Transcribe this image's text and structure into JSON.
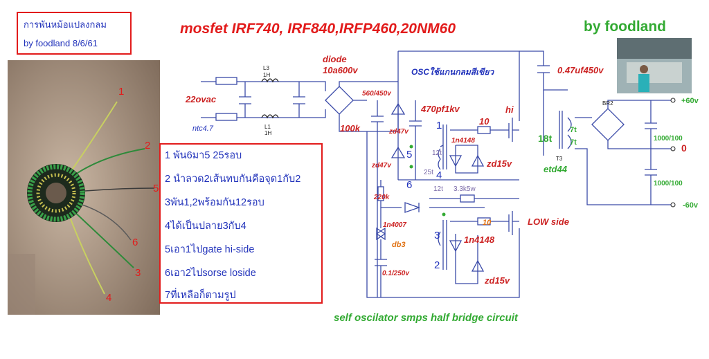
{
  "header": {
    "thai_title": "การพันหม้อแปลงกลม",
    "byline": "by foodland 8/6/61"
  },
  "steps": [
    "1 พัน6มา5 25รอบ",
    "2 นำลวด2เส้นทบกันคือจุด1กับ2",
    "3พัน1,2พร้อมกัน12รอบ",
    "4ได้เป็นปลาย3กับ4",
    "5เอา1ไปgate hi-side",
    "6เอา2ไปsorse loside",
    "7ที่เหลือก็ตามรูป"
  ],
  "photo_labels": [
    "1",
    "2",
    "5",
    "6",
    "3",
    "4"
  ],
  "schematic": {
    "title": "mosfet IRF740, IRF840,IRFP460,20NM60",
    "author": "by foodland",
    "footer": "self oscilator smps half bridge circuit",
    "labels": {
      "l3": "L3",
      "l3h": "1H",
      "l1": "L1",
      "l1h": "1H",
      "ac": "22ovac",
      "ntc": "ntc4.7",
      "diode": "diode",
      "diode_val": "10a600v",
      "cap_main": "560/450v",
      "r100k": "100k",
      "osc": "OSCใช้แกนกลมสีเขียว",
      "c470": "470pf1kv",
      "zd47_a": "zd47v",
      "zd47_b": "zd47v",
      "r220k": "220k",
      "n1": "1",
      "n5": "5",
      "n4": "4",
      "n6": "6",
      "t12a": "12t",
      "t25": "25t",
      "t12b": "12t",
      "r33": "3.3k5w",
      "d1n4148a": "1n4148",
      "r10a": "10",
      "hi": "hi",
      "zd15a": "zd15v",
      "d1n4007": "1n4007",
      "db3": "db3",
      "c01": "0.1/250v",
      "n3": "3",
      "n2": "2",
      "d1n4148b": "1n4148",
      "r10b": "10",
      "low": "LOW side",
      "zd15b": "zd15v",
      "c047": "0.47uf450v",
      "t18": "18t",
      "etd": "etd44",
      "t3": "T3",
      "t7a": "7t",
      "t7b": "7t",
      "br2": "BR2",
      "c1000a": "1000/100",
      "c1000b": "1000/100",
      "p60": "+60v",
      "zero": "0",
      "m60": "-60v"
    }
  },
  "colors": {
    "title_red": "#e21b1b",
    "author_green": "#33aa33",
    "label_blue": "#2233bb",
    "wire": "#3a4aa8",
    "comp": "#222222",
    "value_red": "#cc2222",
    "value_orange": "#e07010"
  }
}
